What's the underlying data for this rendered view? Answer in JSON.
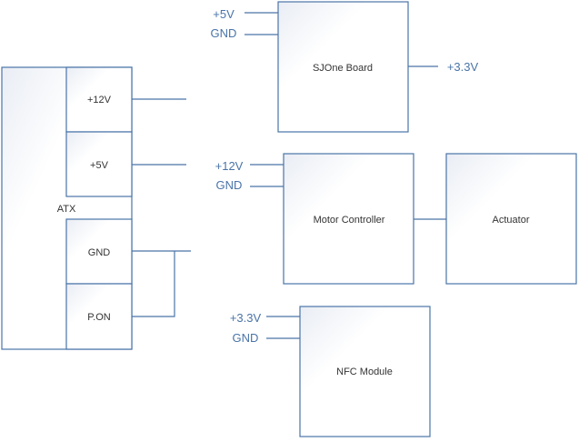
{
  "colors": {
    "stroke": "#4a74a8",
    "fill_top": "#eef1f6",
    "fill_bottom": "#ffffff",
    "text": "#333333",
    "pin_text": "#4a74a8"
  },
  "atx": {
    "label": "ATX",
    "pins": {
      "v12": "+12V",
      "v5": "+5V",
      "gnd": "GND",
      "pon": "P.ON"
    }
  },
  "sjone": {
    "label": "SJOne Board",
    "inputs": {
      "v5": "+5V",
      "gnd": "GND"
    },
    "output": "+3.3V"
  },
  "motor": {
    "label": "Motor Controller",
    "inputs": {
      "v12": "+12V",
      "gnd": "GND"
    }
  },
  "actuator": {
    "label": "Actuator"
  },
  "nfc": {
    "label": "NFC Module",
    "inputs": {
      "v33": "+3.3V",
      "gnd": "GND"
    }
  }
}
